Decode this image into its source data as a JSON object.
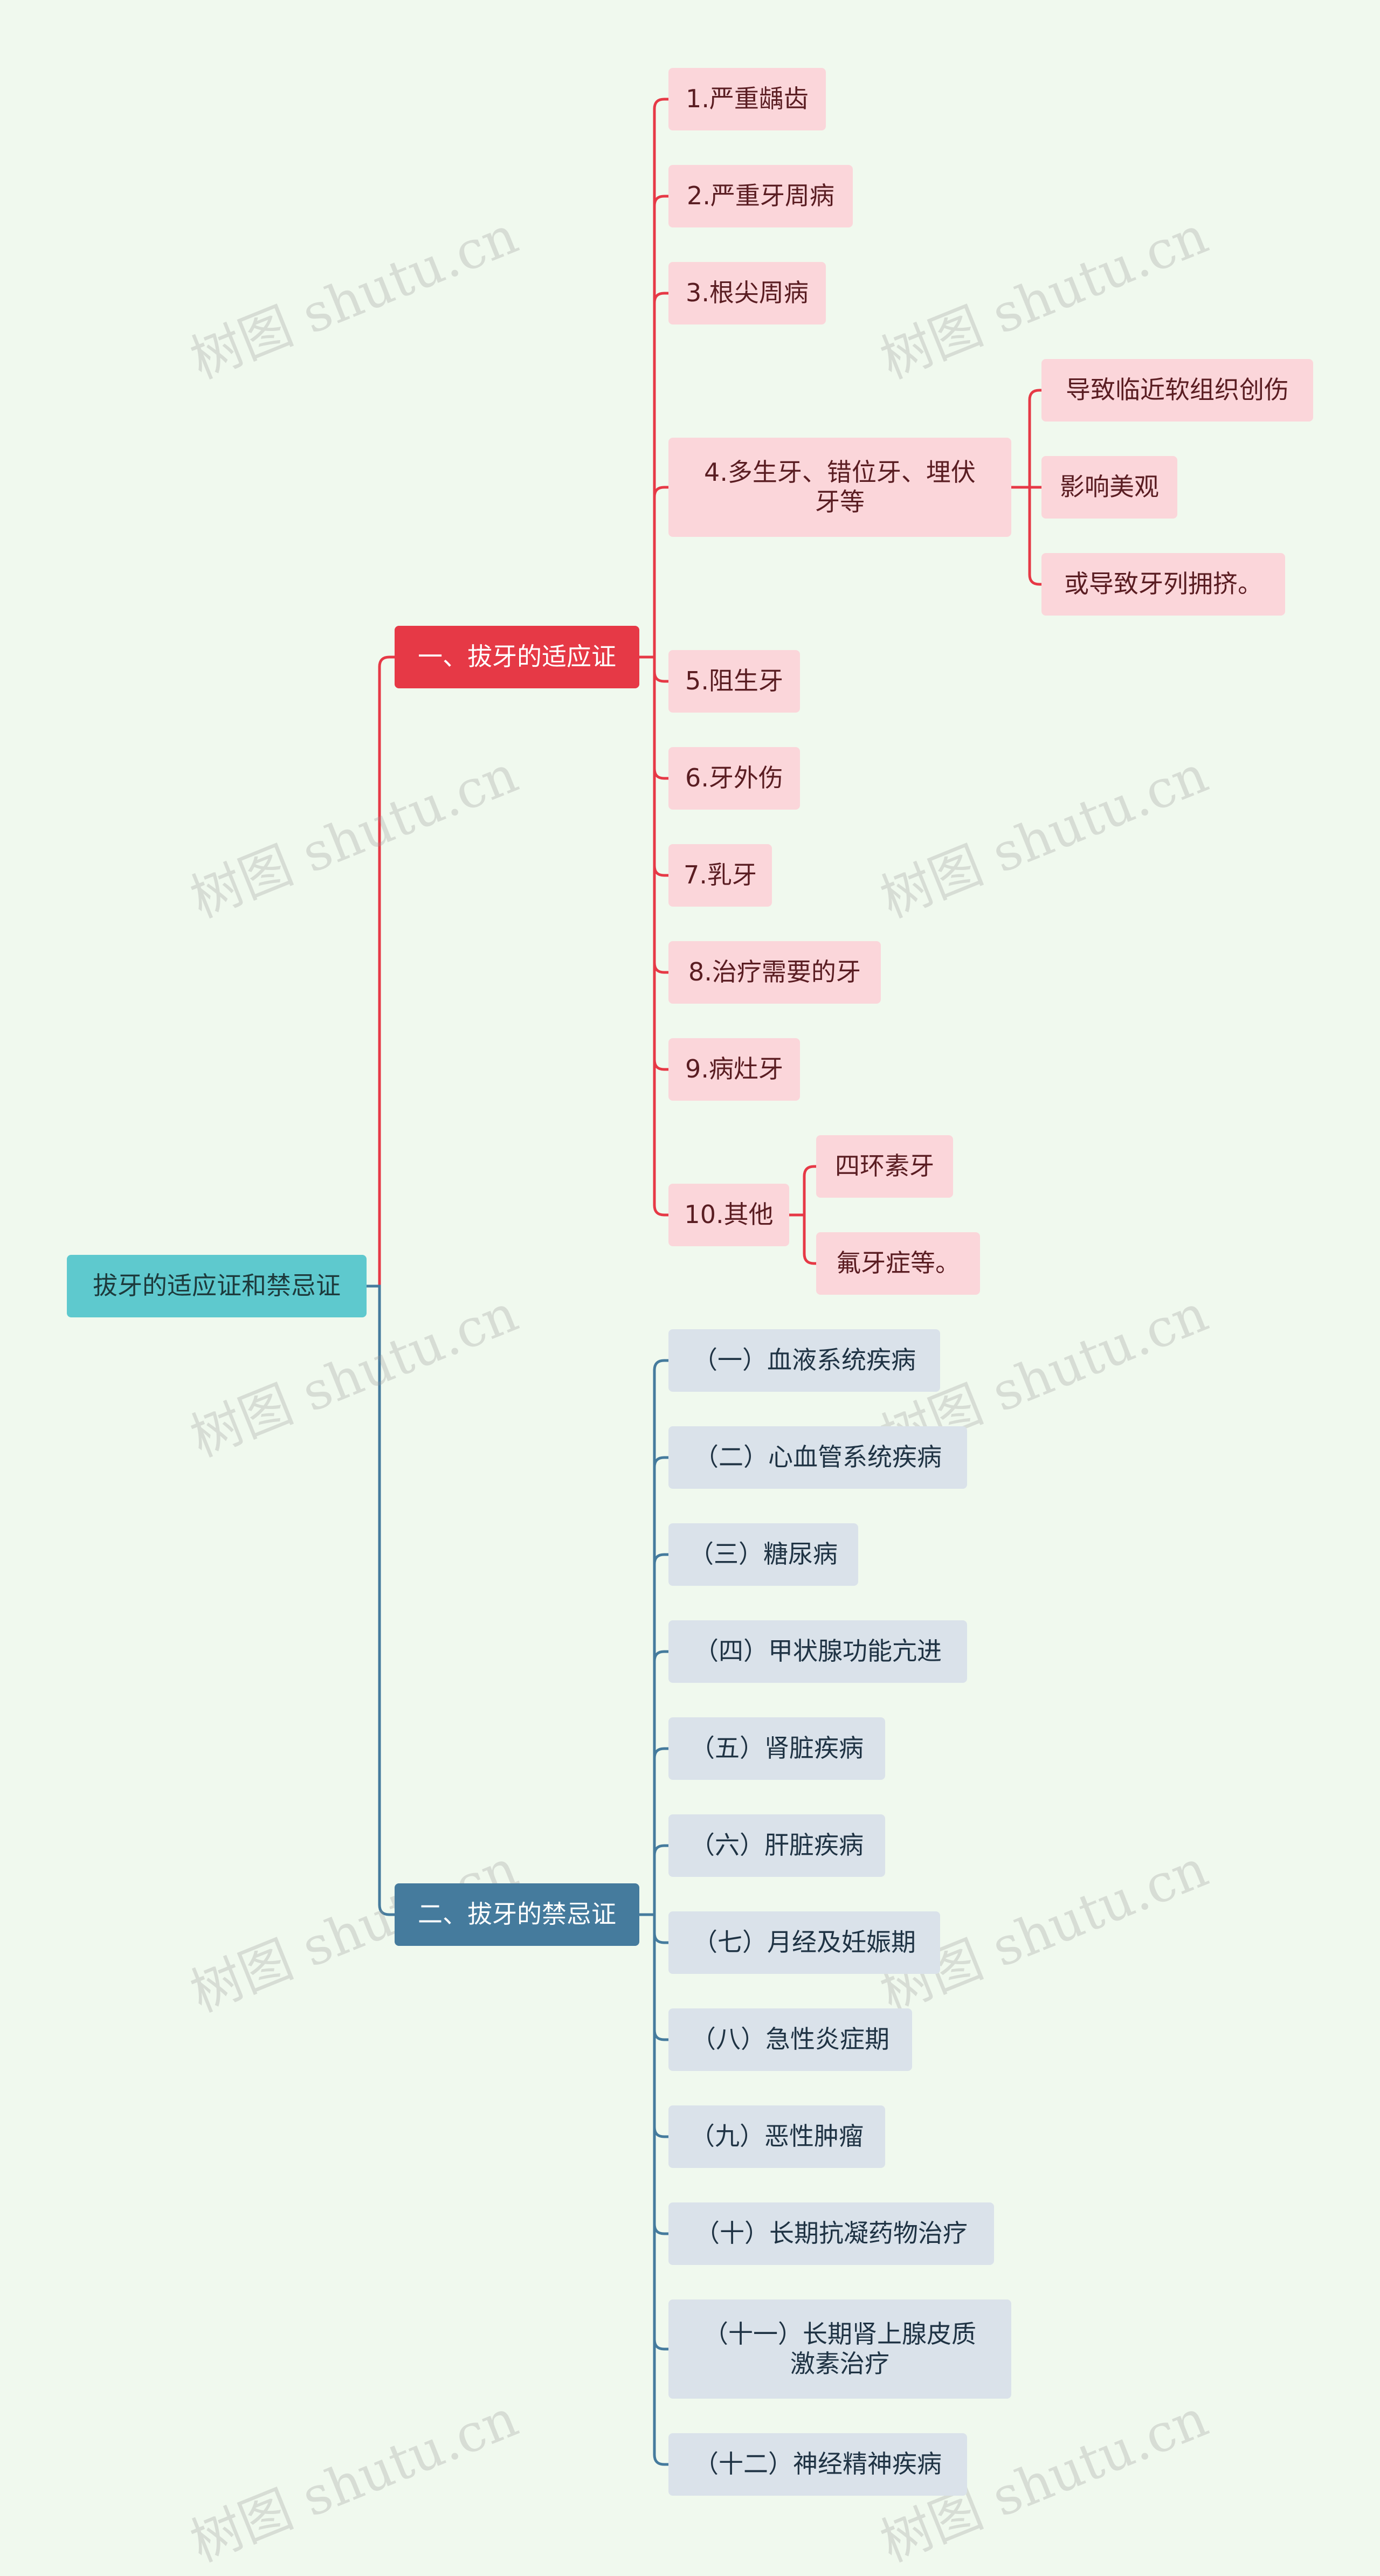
{
  "watermark": "树图 shutu.cn",
  "colors": {
    "background": "#f0f9ee",
    "root": "#5ec9ce",
    "branch1": "#e63946",
    "branch2": "#457b9d",
    "leaf1": "#fbd6da",
    "leaf2": "#dae2ea"
  },
  "root": {
    "label": "拔牙的适应证和禁忌证"
  },
  "branch1": {
    "label": "一、拔牙的适应证",
    "items": [
      {
        "label": "1.严重龋齿"
      },
      {
        "label": "2.严重牙周病"
      },
      {
        "label": "3.根尖周病"
      },
      {
        "label": "4.多生牙、错位牙、埋伏\n牙等",
        "children": [
          {
            "label": "导致临近软组织创伤"
          },
          {
            "label": "影响美观"
          },
          {
            "label": "或导致牙列拥挤。"
          }
        ]
      },
      {
        "label": "5.阻生牙"
      },
      {
        "label": "6.牙外伤"
      },
      {
        "label": "7.乳牙"
      },
      {
        "label": "8.治疗需要的牙"
      },
      {
        "label": "9.病灶牙"
      },
      {
        "label": "10.其他",
        "children": [
          {
            "label": "四环素牙"
          },
          {
            "label": "氟牙症等。"
          }
        ]
      }
    ]
  },
  "branch2": {
    "label": "二、拔牙的禁忌证",
    "items": [
      {
        "label": "（一）血液系统疾病"
      },
      {
        "label": "（二）心血管系统疾病"
      },
      {
        "label": "（三）糖尿病"
      },
      {
        "label": "（四）甲状腺功能亢进"
      },
      {
        "label": "（五）肾脏疾病"
      },
      {
        "label": "（六）肝脏疾病"
      },
      {
        "label": "（七）月经及妊娠期"
      },
      {
        "label": "（八）急性炎症期"
      },
      {
        "label": "（九）恶性肿瘤"
      },
      {
        "label": "（十）长期抗凝药物治疗"
      },
      {
        "label": "（十一）长期肾上腺皮质\n激素治疗"
      },
      {
        "label": "（十二）神经精神疾病"
      }
    ]
  }
}
